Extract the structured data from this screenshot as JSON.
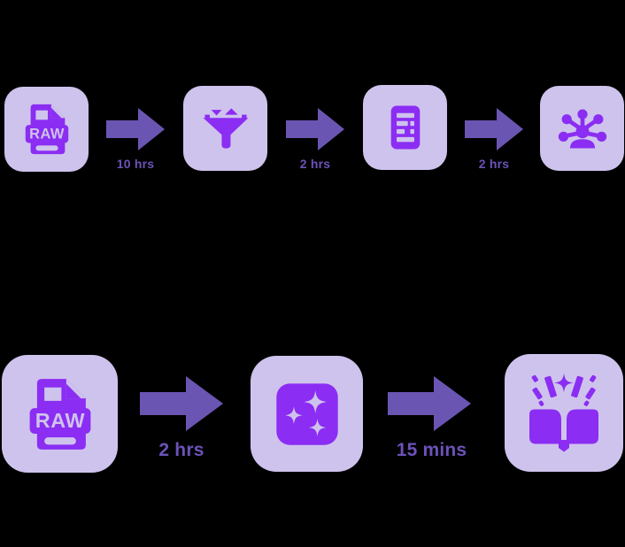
{
  "diagram_title": "raw-data-processing-pipeline-comparison",
  "colors": {
    "background": "#000000",
    "tile_background": "#cec3ed",
    "icon_violet": "#8b2df2",
    "arrow_purple": "#6b55b2",
    "label_text": "#6c52b8"
  },
  "top_row": {
    "steps": [
      {
        "name": "raw-data-file",
        "icon": "raw-file-icon",
        "label": "RAW"
      },
      {
        "name": "filter",
        "icon": "filter-funnel-icon"
      },
      {
        "name": "checklist",
        "icon": "checklist-icon"
      },
      {
        "name": "knowledge-hub",
        "icon": "knowledge-hub-icon"
      }
    ],
    "durations": [
      "10 hrs",
      "2 hrs",
      "2 hrs"
    ]
  },
  "bottom_row": {
    "steps": [
      {
        "name": "raw-data-file",
        "icon": "raw-file-icon",
        "label": "RAW"
      },
      {
        "name": "ai-clean",
        "icon": "sparkles-icon"
      },
      {
        "name": "insights-book",
        "icon": "open-book-sparks-icon"
      }
    ],
    "durations": [
      "2 hrs",
      "15 mins"
    ]
  }
}
